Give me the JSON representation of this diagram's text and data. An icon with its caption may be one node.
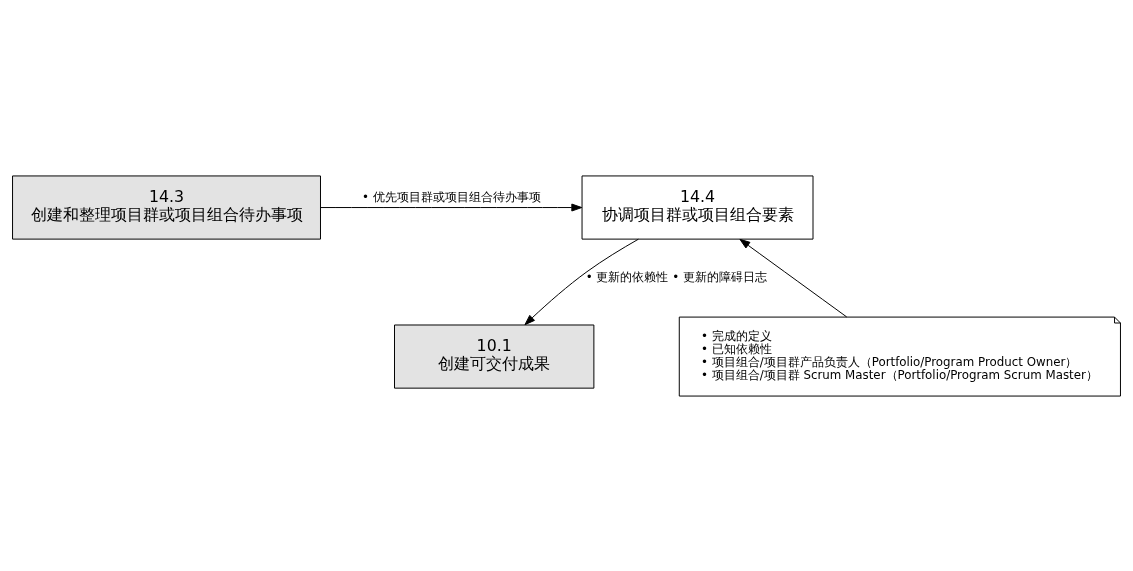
{
  "diagram": {
    "nodes": [
      {
        "text": [
          "14.3",
          "创建和整理项目群或项目组合待办事项"
        ]
      },
      {
        "text": [
          "14.4",
          "协调项目群或项目组合要素"
        ]
      },
      {
        "text": [
          "• 完成的定义",
          "• 已知依赖性",
          "• 项目组合/项目群产品负责人（Portfolio/Program Product Owner）",
          "• 项目组合/项目群 Scrum Master（Portfolio/Program Scrum Master）"
        ]
      },
      {
        "text": [
          "10.1",
          "创建可交付成果"
        ]
      }
    ],
    "edges": [
      {
        "from": 0,
        "to": 1,
        "arrow": "to",
        "label": "• 优先项目群或项目组合待办事项"
      },
      {
        "from": 2,
        "to": 1,
        "arrow": "to"
      },
      {
        "from": 1,
        "to": 3,
        "arrow": "to",
        "label": "• 更新的依赖性 • 更新的障碍日志"
      }
    ]
  }
}
